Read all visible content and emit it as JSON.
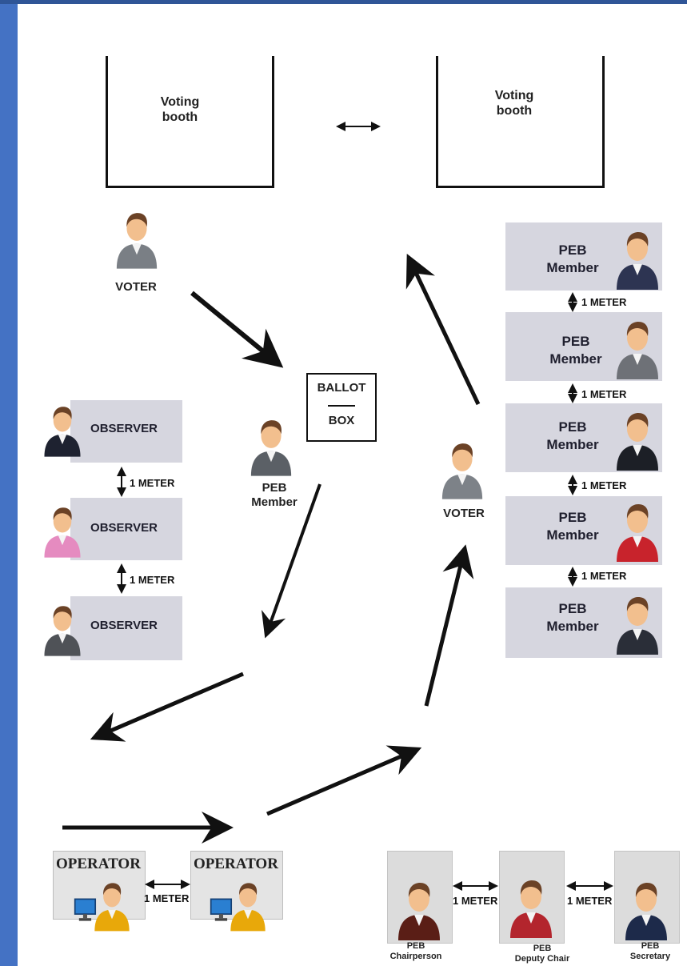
{
  "booths": {
    "left_label": "Voting\nbooth",
    "right_label": "Voting\nbooth"
  },
  "voter_label": "VOTER",
  "ballot_box": {
    "top": "BALLOT",
    "bottom": "BOX"
  },
  "peb_member_label": "PEB\nMember",
  "observers": [
    "OBSERVER",
    "OBSERVER",
    "OBSERVER"
  ],
  "peb_members": [
    "PEB\nMember",
    "PEB\nMember",
    "PEB\nMember",
    "PEB\nMember",
    "PEB\nMember"
  ],
  "distance_label": "1 METER",
  "operators": [
    "OPERATOR",
    "OPERATOR"
  ],
  "officials": [
    "PEB\nChairperson",
    "PEB\nDeputy Chair",
    "PEB\nSecretary"
  ],
  "colors": {
    "sidebar": "#4472c4",
    "box_fill": "#d6d6df",
    "arrow": "#111111"
  },
  "icons": [
    "person-icon",
    "computer-icon",
    "double-arrow-icon",
    "flow-arrow-icon"
  ]
}
